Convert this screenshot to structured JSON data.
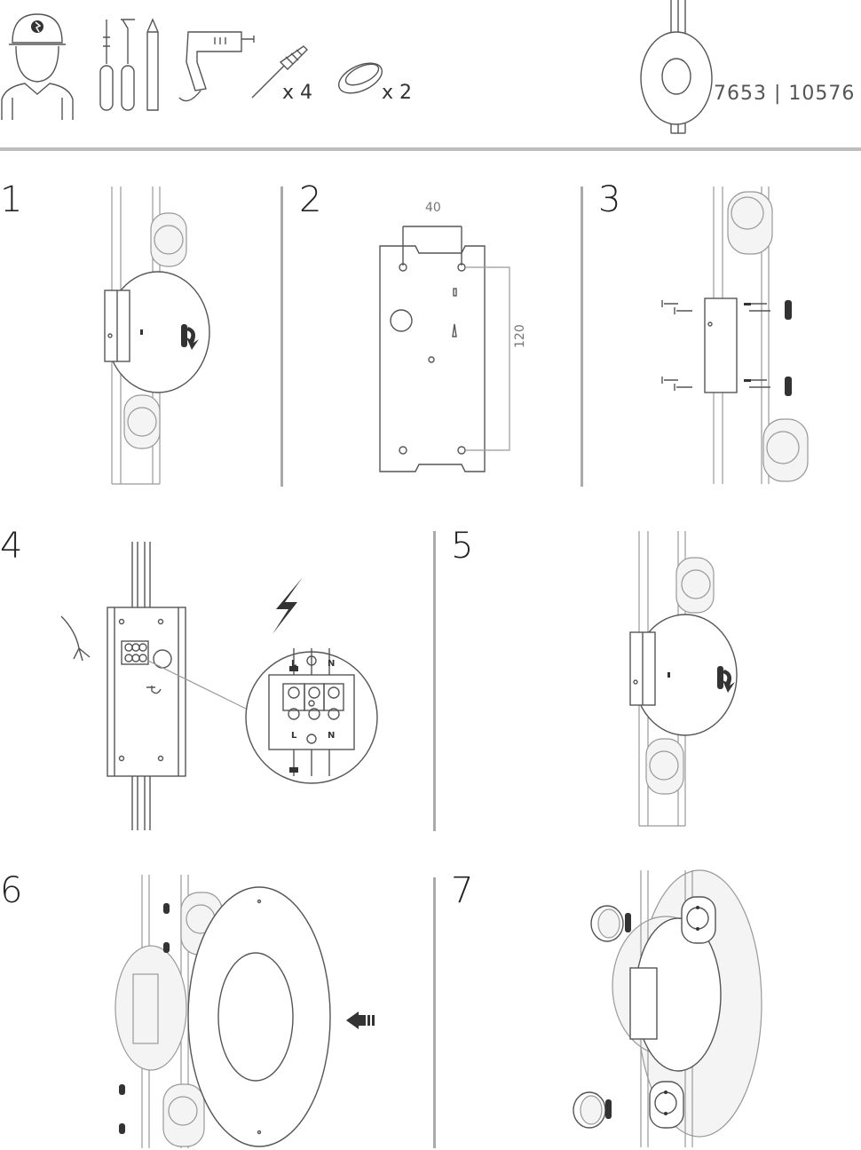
{
  "header": {
    "screw_qty": "x 4",
    "cap_qty": "x 2",
    "product_codes": "7653 | 10576"
  },
  "steps": {
    "s1": "1",
    "s2": "2",
    "s3": "3",
    "s4": "4",
    "s5": "5",
    "s6": "6",
    "s7": "7"
  },
  "step2": {
    "dim_horizontal": "40",
    "dim_vertical": "120"
  },
  "step4": {
    "terminal_l": "L",
    "terminal_n": "N"
  },
  "icons": [
    "electrician-icon",
    "screwdriver-icon",
    "pencil-icon",
    "drill-icon",
    "wall-plug-screw-icon",
    "end-cap-icon",
    "lightning-icon",
    "arrow-rotate-icon",
    "arrow-push-icon"
  ]
}
